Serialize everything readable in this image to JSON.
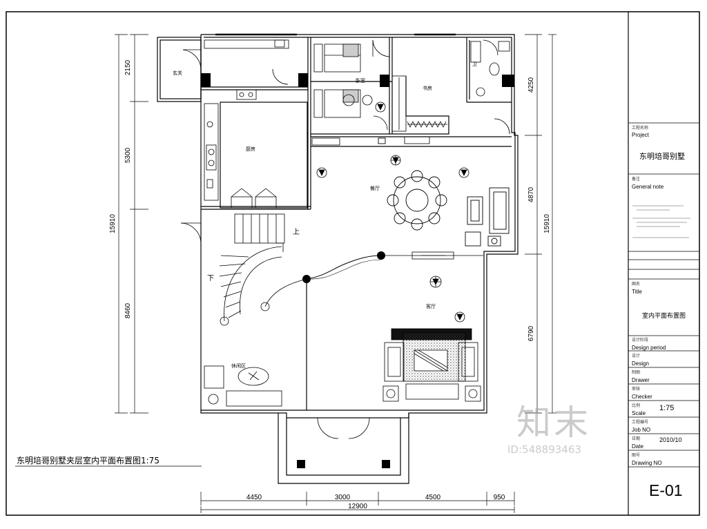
{
  "drawing_title": "东明培哥别墅夹层室内平面布置图1:75",
  "dimensions": {
    "left": [
      "2150",
      "5300",
      "15910",
      "8460"
    ],
    "right": [
      "4250",
      "4870",
      "15910",
      "6790"
    ],
    "bottom": [
      "4450",
      "3000",
      "4500",
      "950",
      "12900"
    ]
  },
  "room_labels": {
    "kitchen": "厨房",
    "bedroom": "卧室",
    "dining": "餐厅",
    "living": "客厅",
    "study": "书房",
    "stair_down": "下",
    "stair_up": "上",
    "toilet": "卫",
    "entry": "玄关",
    "lounge": "休闲区"
  },
  "title_block": {
    "project_cn": "工程名称",
    "project_en": "Project",
    "project_name": "东明培哥别墅",
    "general_note_cn": "备注",
    "general_note_en": "General note",
    "title_cn": "图名",
    "title_en": "Title",
    "title_value": "室内平面布置图",
    "design_period_cn": "设计阶段",
    "design_period_en": "Design period",
    "design_cn": "设计",
    "design_en": "Design",
    "drawer_cn": "制图",
    "drawer_en": "Drawer",
    "checker_cn": "审核",
    "checker_en": "Checker",
    "scale_cn": "比例",
    "scale_en": "Scale",
    "scale_value": "1:75",
    "job_no_cn": "工程编号",
    "job_no_en": "Job NO",
    "date_cn": "日期",
    "date_en": "Date",
    "date_value": "2010/10",
    "drawing_no_cn": "图号",
    "drawing_no_en": "Drawing NO",
    "drawing_no_value": "E-01"
  },
  "watermark": {
    "brand": "知末",
    "id_text": "ID:548893463"
  }
}
